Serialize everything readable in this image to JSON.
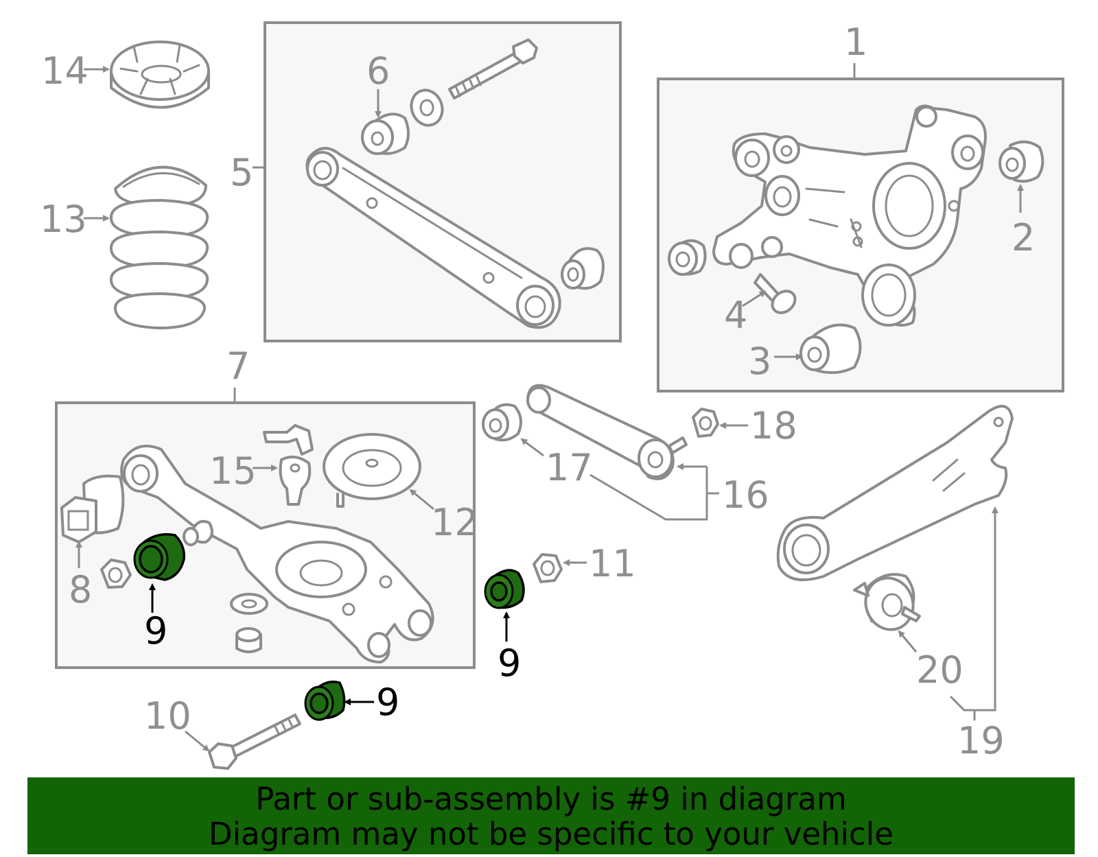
{
  "callouts": {
    "c1": "1",
    "c2": "2",
    "c3": "3",
    "c4": "4",
    "c5": "5",
    "c6": "6",
    "c7": "7",
    "c8": "8",
    "c9a": "9",
    "c9b": "9",
    "c9c": "9",
    "c10": "10",
    "c11": "11",
    "c12": "12",
    "c13": "13",
    "c14": "14",
    "c15": "15",
    "c16": "16",
    "c17": "17",
    "c18": "18",
    "c19": "19",
    "c20": "20"
  },
  "highlight_color": "#136307",
  "banner": {
    "line1": "Part or sub-assembly is #9 in diagram",
    "line2": "Diagram may not be specific to your vehicle"
  }
}
